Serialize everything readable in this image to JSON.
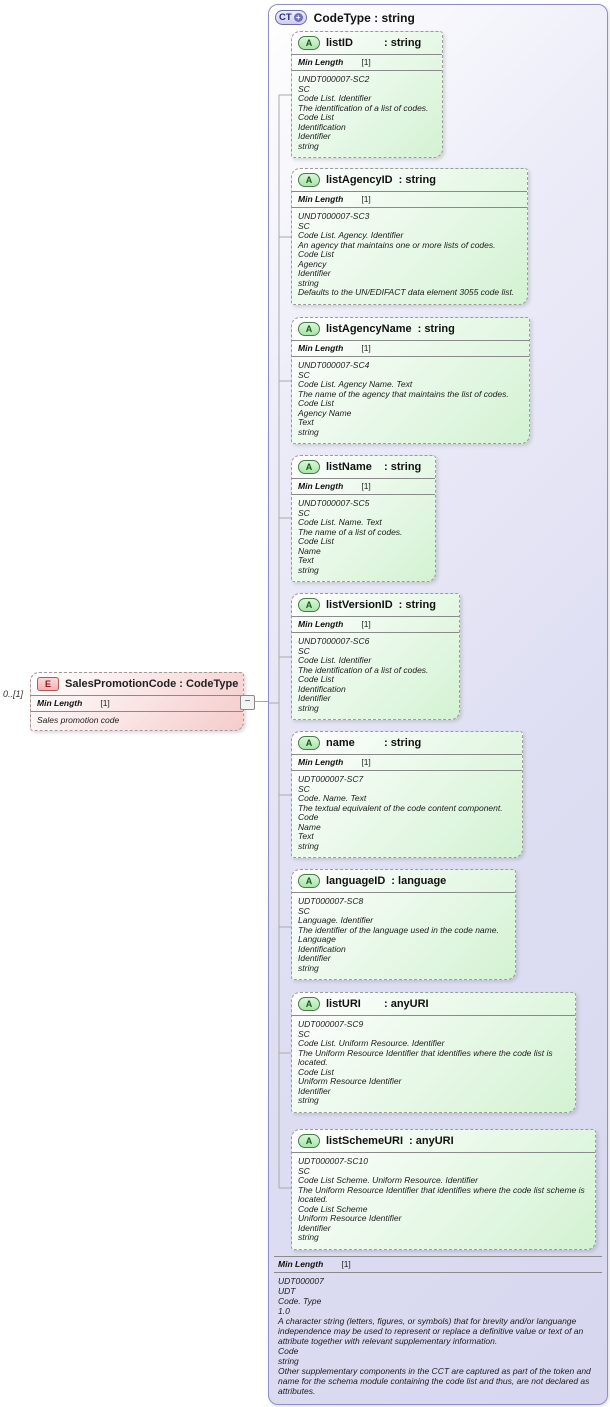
{
  "colors": {
    "complex_type_fill": "#dedef3",
    "complex_type_border": "#8f8fc4",
    "attribute_fill": "#d3f2d3",
    "element_fill": "#f5cccc",
    "badge_a_fill": "#a9e5a9",
    "badge_e_fill": "#f3b2b2",
    "badge_ct_fill": "#cdcdec",
    "box_border": "#9b9b9b"
  },
  "connector": {
    "toggle_glyph": "−"
  },
  "element": {
    "badge": "E",
    "title": "SalesPromotionCode : CodeType",
    "multiplicity": "0..[1]",
    "facet_name": "Min Length",
    "facet_value": "[1]",
    "annotation": "Sales promotion code"
  },
  "complex_type": {
    "badge": "CT",
    "badge_plus_glyph": "+",
    "title": "CodeType : string",
    "facet_name": "Min Length",
    "facet_value": "[1]",
    "annotations": [
      "UDT000007",
      "UDT",
      "Code. Type",
      "1.0",
      "A character string (letters, figures, or symbols) that for brevity and/or languange independence may be used to represent or replace a definitive value or text of an attribute together with relevant supplementary information.",
      "Code",
      "string",
      "Other supplementary components in the CCT are captured as part of the token and name for the schema module containing the code list and thus, are not declared as attributes."
    ],
    "attributes": [
      {
        "badge": "A",
        "name": "listID",
        "type_label": ": string",
        "facet_name": "Min Length",
        "facet_value": "[1]",
        "annotations": [
          "UNDT000007-SC2",
          "SC",
          "Code List. Identifier",
          "The identification of a list of codes.",
          "Code List",
          "Identification",
          "Identifier",
          "string"
        ]
      },
      {
        "badge": "A",
        "name": "listAgencyID",
        "type_label": ": string",
        "facet_name": "Min Length",
        "facet_value": "[1]",
        "annotations": [
          "UNDT000007-SC3",
          "SC",
          "Code List. Agency. Identifier",
          "An agency that maintains one or more lists of codes.",
          "Code List",
          "Agency",
          "Identifier",
          "string",
          "Defaults to the UN/EDIFACT data element 3055 code list."
        ]
      },
      {
        "badge": "A",
        "name": "listAgencyName",
        "type_label": ": string",
        "facet_name": "Min Length",
        "facet_value": "[1]",
        "annotations": [
          "UNDT000007-SC4",
          "SC",
          "Code List. Agency Name. Text",
          "The name of the agency that maintains the list of codes.",
          "Code List",
          "Agency Name",
          "Text",
          "string"
        ]
      },
      {
        "badge": "A",
        "name": "listName",
        "type_label": ": string",
        "facet_name": "Min Length",
        "facet_value": "[1]",
        "annotations": [
          "UNDT000007-SC5",
          "SC",
          "Code List. Name. Text",
          "The name of a list of codes.",
          "Code List",
          "Name",
          "Text",
          "string"
        ]
      },
      {
        "badge": "A",
        "name": "listVersionID",
        "type_label": ": string",
        "facet_name": "Min Length",
        "facet_value": "[1]",
        "annotations": [
          "UNDT000007-SC6",
          "SC",
          "Code List. Identifier",
          "The identification of a list of codes.",
          "Code List",
          "Identification",
          "Identifier",
          "string"
        ]
      },
      {
        "badge": "A",
        "name": "name",
        "type_label": ": string",
        "facet_name": "Min Length",
        "facet_value": "[1]",
        "annotations": [
          "UDT000007-SC7",
          "SC",
          "Code. Name. Text",
          "The textual equivalent of the code content component.",
          "Code",
          "Name",
          "Text",
          "string"
        ]
      },
      {
        "badge": "A",
        "name": "languageID",
        "type_label": ": language",
        "annotations": [
          "UDT000007-SC8",
          "SC",
          "Language. Identifier",
          "The identifier of the language used in the code name.",
          "Language",
          "Identification",
          "Identifier",
          "string"
        ]
      },
      {
        "badge": "A",
        "name": "listURI",
        "type_label": ": anyURI",
        "annotations": [
          "UDT000007-SC9",
          "SC",
          "Code List. Uniform Resource. Identifier",
          "The Uniform Resource Identifier that identifies where the code list is located.",
          "Code List",
          "Uniform Resource Identifier",
          "Identifier",
          "string"
        ]
      },
      {
        "badge": "A",
        "name": "listSchemeURI",
        "type_label": ": anyURI",
        "annotations": [
          "UDT000007-SC10",
          "SC",
          "Code List Scheme. Uniform Resource. Identifier",
          "The Uniform Resource Identifier that identifies where the code list scheme is located.",
          "Code List Scheme",
          "Uniform Resource Identifier",
          "Identifier",
          "string"
        ]
      }
    ]
  }
}
